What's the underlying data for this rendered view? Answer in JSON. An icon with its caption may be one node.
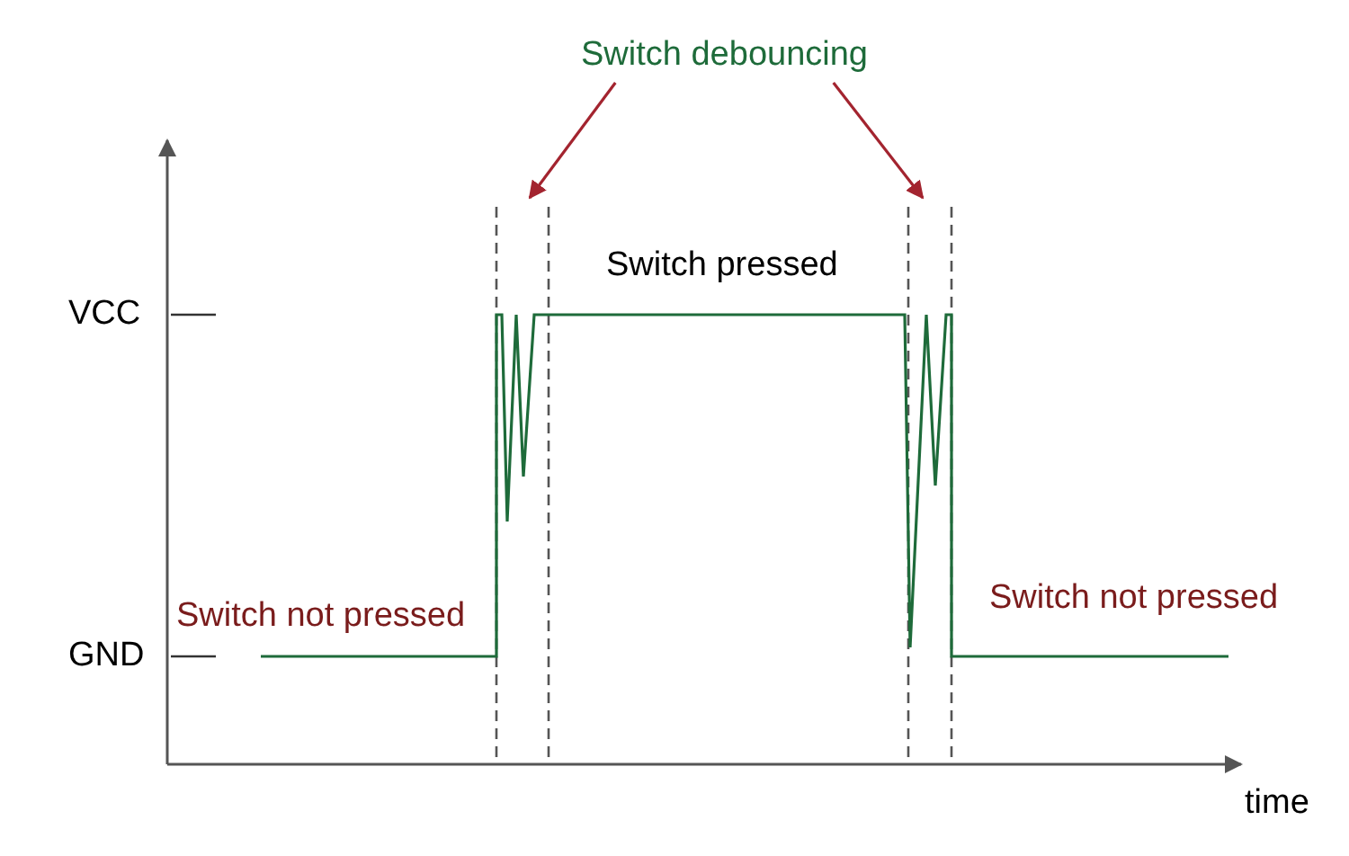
{
  "diagram": {
    "nodes": [
      {
        "text": [
          "Switch debouncing"
        ]
      },
      {
        "text": [],
        "shape": "box"
      },
      {
        "text": [],
        "shape": "box"
      }
    ],
    "edges": [
      {
        "from": 0,
        "to": 1,
        "arrow": "to"
      },
      {
        "from": 0,
        "to": 2,
        "arrow": "to"
      }
    ],
    "labels": [
      "Switch pressed",
      "VCC",
      "Switch not pressed",
      "GND",
      "Switch not pressed",
      "time"
    ]
  }
}
